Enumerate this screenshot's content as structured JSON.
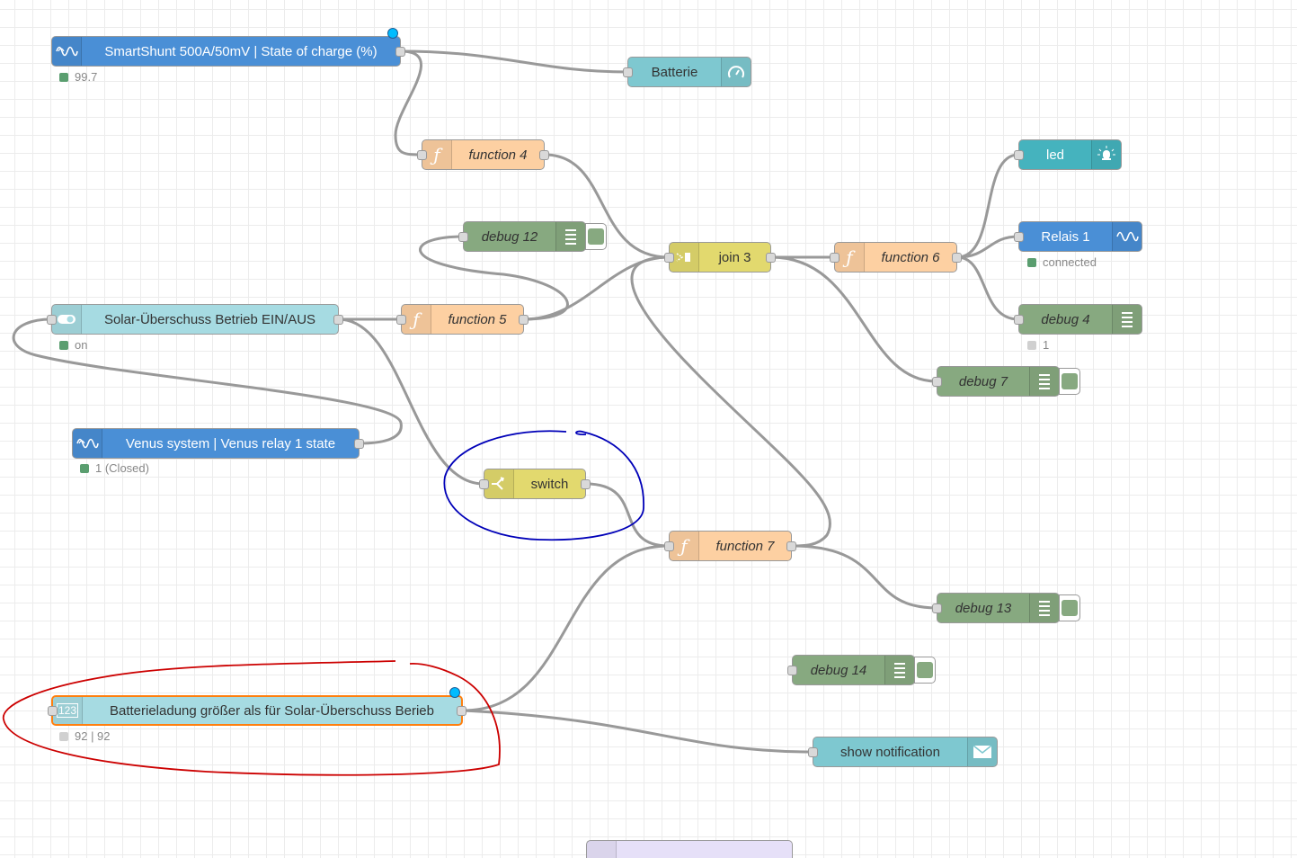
{
  "colors": {
    "victron_blue": "#4a8fd6",
    "light_teal": "#a6dbe2",
    "mid_teal": "#7ec8d0",
    "function_orange": "#fdd0a2",
    "debug_green": "#87a980",
    "join_yellow": "#e2d96e",
    "led_teal": "#45b3be",
    "selected_orange": "#ff7f0e",
    "wire_grey": "#999999",
    "annotation_blue": "#0000b8",
    "annotation_red": "#cc0000",
    "status_green": "#5a9e6f",
    "status_grey": "#d0d0d0"
  },
  "nodes": {
    "smartshunt": {
      "label": "SmartShunt 500A/50mV | State of charge (%)",
      "icon": "victron-wave-icon",
      "status": "99.7"
    },
    "batterie": {
      "label": "Batterie",
      "icon": "gauge-icon"
    },
    "function4": {
      "label": "function 4",
      "icon": "function-icon"
    },
    "debug12": {
      "label": "debug 12",
      "icon": "debug-list-icon"
    },
    "join3": {
      "label": "join 3",
      "icon": "join-icon"
    },
    "function6": {
      "label": "function 6",
      "icon": "function-icon"
    },
    "led": {
      "label": "led",
      "icon": "led-icon"
    },
    "relais1": {
      "label": "Relais 1",
      "icon": "victron-wave-icon",
      "status": "connected"
    },
    "debug4": {
      "label": "debug 4",
      "icon": "debug-list-icon",
      "status": "1"
    },
    "solar_switch": {
      "label": "Solar-Überschuss Betrieb EIN/AUS",
      "icon": "toggle-icon",
      "status": "on"
    },
    "function5": {
      "label": "function 5",
      "icon": "function-icon"
    },
    "debug7": {
      "label": "debug 7",
      "icon": "debug-list-icon"
    },
    "venus": {
      "label": "Venus system | Venus relay 1 state",
      "icon": "victron-wave-icon",
      "status": "1 (Closed)"
    },
    "switch": {
      "label": "switch",
      "icon": "switch-icon"
    },
    "function7": {
      "label": "function 7",
      "icon": "function-icon"
    },
    "debug13": {
      "label": "debug 13",
      "icon": "debug-list-icon"
    },
    "debug14": {
      "label": "debug 14",
      "icon": "debug-list-icon"
    },
    "batterieladung": {
      "label": "Batterieladung größer als für Solar-Überschuss Berieb",
      "icon": "numeric-123-icon",
      "status": "92 | 92"
    },
    "show_notification": {
      "label": "show notification",
      "icon": "envelope-icon"
    }
  },
  "icon_texts": {
    "numeric": "123"
  }
}
